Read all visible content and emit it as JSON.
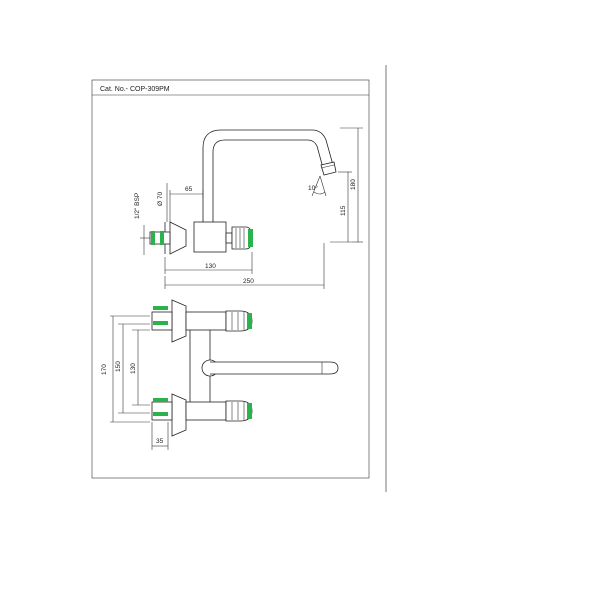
{
  "sheet": {
    "catalog_label": "Cat. No.- COP-309PM"
  },
  "dimensions": {
    "spout_reach": "250",
    "mount_to_handle": "130",
    "body_offset": "65",
    "spout_tube_dia": "Ø 70",
    "thread": "1/2\" BSP",
    "spout_angle": "10°",
    "outlet_height": "115",
    "overall_height": "180",
    "center_outer": "170",
    "center_mid": "150",
    "center_inner": "130",
    "connector_width": "35"
  },
  "colors": {
    "accent_green": "#2bb24c",
    "line": "#222222"
  }
}
